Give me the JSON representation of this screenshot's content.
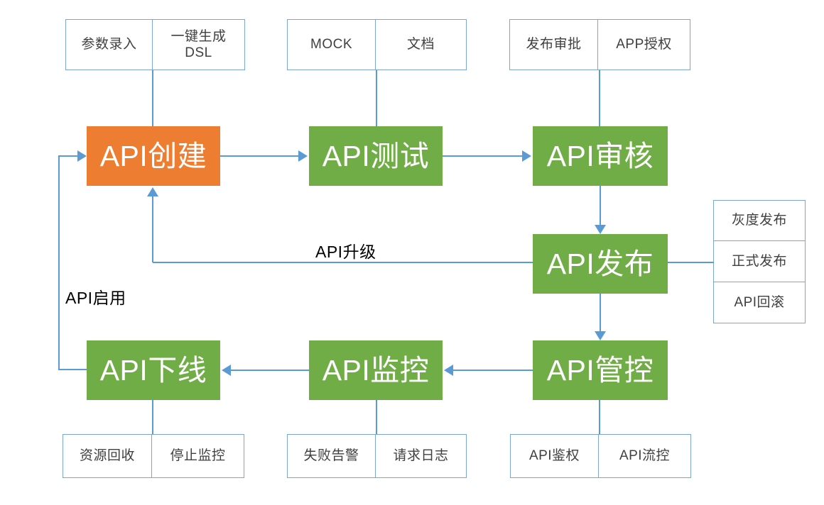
{
  "diagram": {
    "title": "API lifecycle flow",
    "colors": {
      "process_green": "#70ad47",
      "process_orange": "#ed7d31",
      "connector_blue": "#5b9bd5",
      "box_border_blue": "#7ba7d7",
      "small_box_text": "#404040",
      "label_text": "#000000",
      "background": "#ffffff"
    },
    "process_nodes": [
      {
        "id": "api-create",
        "label": "API创建",
        "color": "#ed7d31"
      },
      {
        "id": "api-test",
        "label": "API测试",
        "color": "#70ad47"
      },
      {
        "id": "api-review",
        "label": "API审核",
        "color": "#70ad47"
      },
      {
        "id": "api-publish",
        "label": "API发布",
        "color": "#70ad47"
      },
      {
        "id": "api-govern",
        "label": "API管控",
        "color": "#70ad47"
      },
      {
        "id": "api-monitor",
        "label": "API监控",
        "color": "#70ad47"
      },
      {
        "id": "api-offline",
        "label": "API下线",
        "color": "#70ad47"
      }
    ],
    "detail_groups": [
      {
        "id": "create-details",
        "attached_to": "api-create",
        "position": "top",
        "items": [
          "参数录入",
          "一键生成\nDSL"
        ]
      },
      {
        "id": "test-details",
        "attached_to": "api-test",
        "position": "top",
        "items": [
          "MOCK",
          "文档"
        ]
      },
      {
        "id": "review-details",
        "attached_to": "api-review",
        "position": "top",
        "items": [
          "发布审批",
          "APP授权"
        ]
      },
      {
        "id": "publish-details",
        "attached_to": "api-publish",
        "position": "right",
        "items": [
          "灰度发布",
          "正式发布",
          "API回滚"
        ]
      },
      {
        "id": "offline-details",
        "attached_to": "api-offline",
        "position": "bottom",
        "items": [
          "资源回收",
          "停止监控"
        ]
      },
      {
        "id": "monitor-details",
        "attached_to": "api-monitor",
        "position": "bottom",
        "items": [
          "失败告警",
          "请求日志"
        ]
      },
      {
        "id": "govern-details",
        "attached_to": "api-govern",
        "position": "bottom",
        "items": [
          "API鉴权",
          "API流控"
        ]
      }
    ],
    "detail_labels": {
      "create_1": "参数录入",
      "create_2_line1": "一键生成",
      "create_2_line2": "DSL",
      "test_1": "MOCK",
      "test_2": "文档",
      "review_1": "发布审批",
      "review_2": "APP授权",
      "publish_1": "灰度发布",
      "publish_2": "正式发布",
      "publish_3": "API回滚",
      "offline_1": "资源回收",
      "offline_2": "停止监控",
      "monitor_1": "失败告警",
      "monitor_2": "请求日志",
      "govern_1": "API鉴权",
      "govern_2": "API流控"
    },
    "edge_labels": {
      "upgrade": "API升级",
      "enable": "API启用"
    },
    "edges": [
      {
        "from": "api-create",
        "to": "api-test",
        "label": ""
      },
      {
        "from": "api-test",
        "to": "api-review",
        "label": ""
      },
      {
        "from": "api-review",
        "to": "api-publish",
        "label": ""
      },
      {
        "from": "api-publish",
        "to": "api-create",
        "label": "API升级"
      },
      {
        "from": "api-publish",
        "to": "api-govern",
        "label": ""
      },
      {
        "from": "api-govern",
        "to": "api-monitor",
        "label": ""
      },
      {
        "from": "api-monitor",
        "to": "api-offline",
        "label": ""
      },
      {
        "from": "api-offline",
        "to": "api-create",
        "label": "API启用"
      }
    ]
  }
}
